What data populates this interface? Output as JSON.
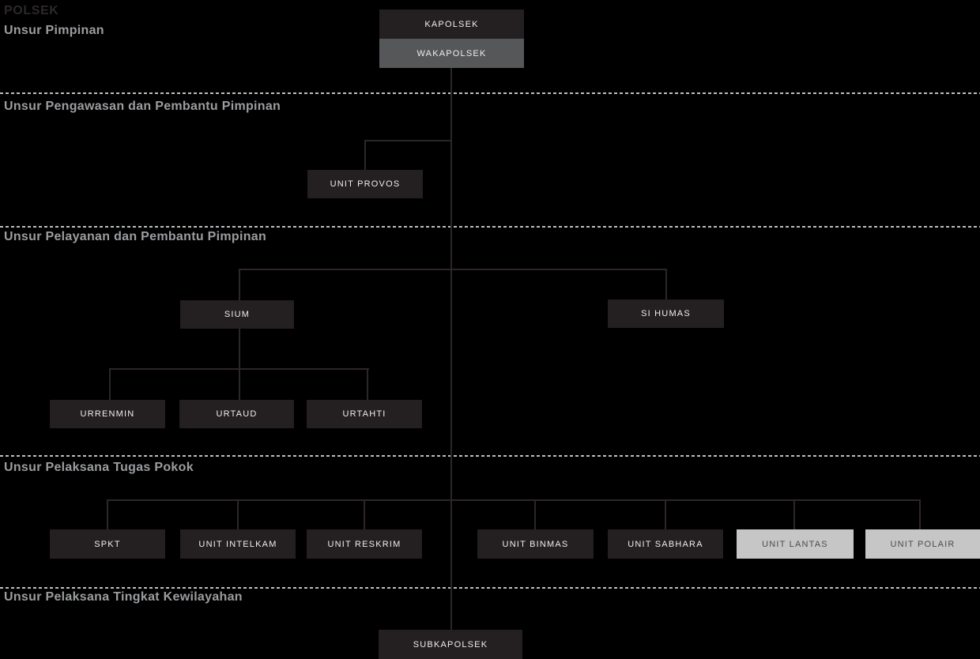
{
  "title": "POLSEK",
  "sections": [
    {
      "label": "Unsur Pimpinan"
    },
    {
      "label": "Unsur Pengawasan dan Pembantu Pimpinan"
    },
    {
      "label": "Unsur Pelayanan dan Pembantu Pimpinan"
    },
    {
      "label": "Unsur Pelaksana Tugas Pokok"
    },
    {
      "label": "Unsur Pelaksana Tingkat Kewilayahan"
    }
  ],
  "nodes": [
    {
      "id": "kapolsek",
      "label": "KAPOLSEK",
      "variant": "dark"
    },
    {
      "id": "wakapolsek",
      "label": "WAKAPOLSEK",
      "variant": "gray"
    },
    {
      "id": "unit-provos",
      "label": "UNIT PROVOS",
      "variant": "dark"
    },
    {
      "id": "sium",
      "label": "SIUM",
      "variant": "dark"
    },
    {
      "id": "si-humas",
      "label": "SI HUMAS",
      "variant": "dark"
    },
    {
      "id": "urrenmin",
      "label": "URRENMIN",
      "variant": "dark"
    },
    {
      "id": "urtaud",
      "label": "URTAUD",
      "variant": "dark"
    },
    {
      "id": "urtahti",
      "label": "URTAHTI",
      "variant": "dark"
    },
    {
      "id": "spkt",
      "label": "SPKT",
      "variant": "dark"
    },
    {
      "id": "unit-intelkam",
      "label": "UNIT INTELKAM",
      "variant": "dark"
    },
    {
      "id": "unit-reskrim",
      "label": "UNIT RESKRIM",
      "variant": "dark"
    },
    {
      "id": "unit-binmas",
      "label": "UNIT BINMAS",
      "variant": "dark"
    },
    {
      "id": "unit-sabhara",
      "label": "UNIT SABHARA",
      "variant": "dark"
    },
    {
      "id": "unit-lantas",
      "label": "UNIT LANTAS",
      "variant": "light"
    },
    {
      "id": "unit-polair",
      "label": "UNIT POLAIR",
      "variant": "light"
    },
    {
      "id": "subkapolsek",
      "label": "SUBKAPOLSEK",
      "variant": "dark"
    }
  ],
  "colors": {
    "background": "#000000",
    "dark_node_bg": "#241f20",
    "gray_node_bg": "#565759",
    "light_node_bg": "#c6c6c6",
    "node_text_light": "#f0eeed",
    "node_text_dark": "#4b4c4e",
    "connector_line": "#2d2627",
    "dashed_divider": "#bdbebf",
    "section_label_text": "#9b9da0",
    "title_text": "#2d2829"
  }
}
